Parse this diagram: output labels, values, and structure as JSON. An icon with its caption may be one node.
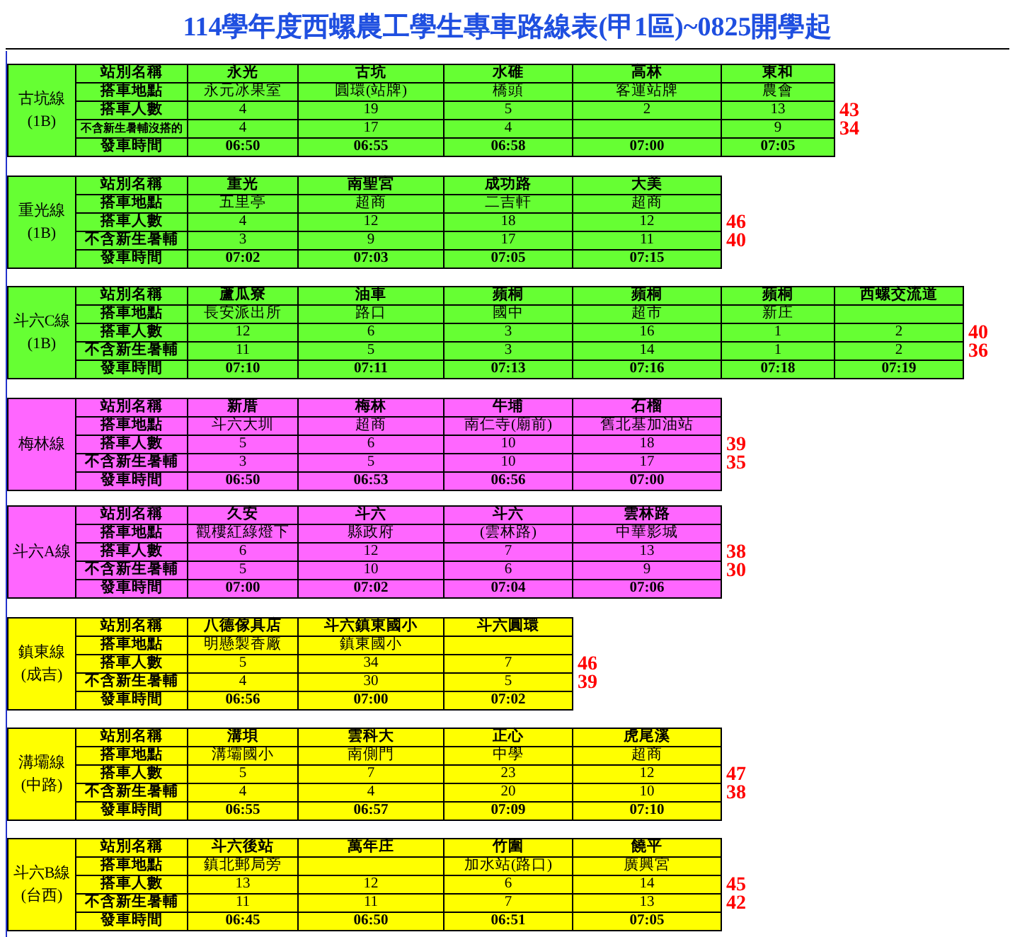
{
  "diagram": {
    "title": "114學年度西螺農工學生專車路線表(甲1區)~0825開學起",
    "labels": [
      "古坑線 (1B)",
      "站別名稱",
      "永光",
      "古坑",
      "水碓",
      "高林",
      "東和",
      "搭車地點",
      "永元冰果室",
      "圓環(站牌)",
      "橋頭",
      "客運站牌",
      "農會",
      "搭車人數",
      "4",
      "19",
      "5",
      "2",
      "13",
      "43",
      "不含新生暑輔沒搭的",
      "4",
      "17",
      "4",
      "9",
      "34",
      "發車時間",
      "06:50",
      "06:55",
      "06:58",
      "07:00",
      "07:05",
      "重光線 (1B)",
      "站別名稱",
      "重光",
      "南聖宮",
      "成功路",
      "大美",
      "搭車地點",
      "五里亭",
      "超商",
      "二吉軒",
      "超商",
      "搭車人數",
      "4",
      "12",
      "18",
      "12",
      "46",
      "不含新生暑輔",
      "3",
      "9",
      "17",
      "11",
      "40",
      "發車時間",
      "07:02",
      "07:03",
      "07:05",
      "07:15",
      "斗六C線 (1B)",
      "站別名稱",
      "蘆瓜寮",
      "油車",
      "蘋桐",
      "蘋桐",
      "蘋桐",
      "西螺交流道",
      "搭車地點",
      "長安派出所",
      "路口",
      "國中",
      "超市",
      "新庄",
      "搭車人數",
      "12",
      "6",
      "3",
      "16",
      "1",
      "2",
      "40",
      "不含新生暑輔",
      "11",
      "5",
      "3",
      "14",
      "1",
      "2",
      "36",
      "發車時間",
      "07:10",
      "07:11",
      "07:13",
      "07:16",
      "07:18",
      "07:19",
      "梅林線",
      "站別名稱",
      "新厝",
      "梅林",
      "牛埔",
      "石榴",
      "搭車地點",
      "斗六大圳",
      "超商",
      "南仁寺(廟前)",
      "舊北基加油站",
      "搭車人數",
      "5",
      "6",
      "10",
      "18",
      "39",
      "不含新生暑輔",
      "3",
      "5",
      "10",
      "17",
      "35",
      "發車時間",
      "06:50",
      "06:53",
      "06:56",
      "07:00",
      "斗六A線",
      "站別名稱",
      "久安",
      "斗六",
      "斗六",
      "雲林路",
      "搭車地點",
      "觀樓紅綠燈下",
      "縣政府",
      "(雲林路)",
      "中華影城",
      "搭車人數",
      "6",
      "12",
      "7",
      "13",
      "38",
      "不含新生暑輔",
      "5",
      "10",
      "6",
      "9",
      "30",
      "發車時間",
      "07:00",
      "07:02",
      "07:04",
      "07:06",
      "鎮東線 (成吉)",
      "站別名稱",
      "八德傢具店",
      "斗六鎮東國小",
      "斗六圓環",
      "搭車地點",
      "明懸製香廠",
      "鎮東國小",
      "搭車人數",
      "5",
      "34",
      "7",
      "46",
      "不含新生暑輔",
      "4",
      "30",
      "5",
      "39",
      "發車時間",
      "06:56",
      "07:00",
      "07:02",
      "溝壩線 (中路)",
      "站別名稱",
      "溝垻",
      "雲科大",
      "正心",
      "虎尾溪",
      "搭車地點",
      "溝壩國小",
      "南側門",
      "中學",
      "超商",
      "搭車人數",
      "5",
      "7",
      "23",
      "12",
      "47",
      "不含新生暑輔",
      "4",
      "4",
      "20",
      "10",
      "38",
      "發車時間",
      "06:55",
      "06:57",
      "07:09",
      "07:10",
      "斗六B線 (台西)",
      "站別名稱",
      "斗六後站",
      "萬年庄",
      "竹圍",
      "饒平",
      "搭車地點",
      "鎮北郵局旁",
      "加水站(路口)",
      "廣興宮",
      "搭車人數",
      "13",
      "12",
      "6",
      "14",
      "45",
      "不含新生暑輔",
      "11",
      "11",
      "7",
      "13",
      "42",
      "發車時間",
      "06:45",
      "06:50",
      "06:51",
      "07:05"
    ]
  }
}
